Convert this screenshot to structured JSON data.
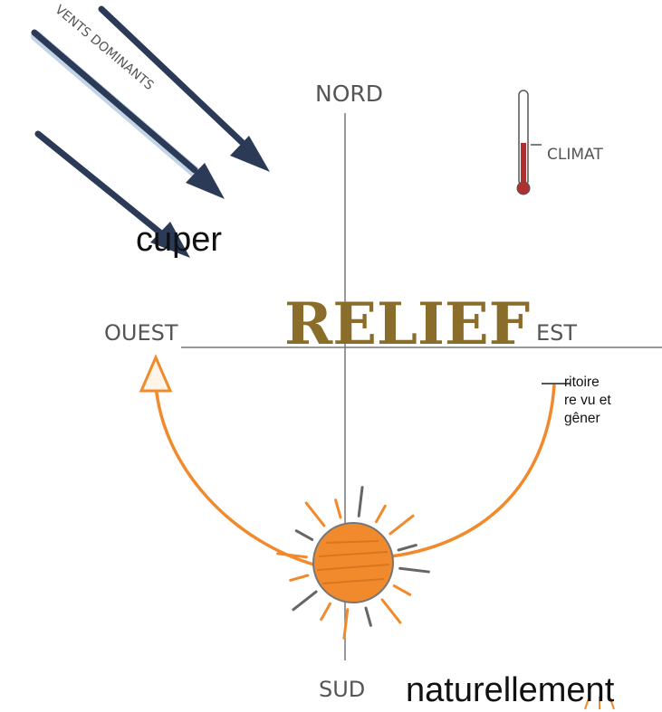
{
  "compass": {
    "north": "NORD",
    "south": "SUD",
    "east": "EST",
    "west": "OUEST",
    "center": "RELIEF"
  },
  "wind": {
    "label": "VENTS DOMINANTS",
    "color": "#2b3b57"
  },
  "climate": {
    "label": "CLIMAT",
    "color": "#b03030"
  },
  "sun": {
    "color": "#f08a2c"
  },
  "slide_text": {
    "heading_top": "cuper",
    "body_lines": [
      "ritoire",
      "re vu et",
      "gêner"
    ],
    "heading_bottom": "naturellement"
  }
}
